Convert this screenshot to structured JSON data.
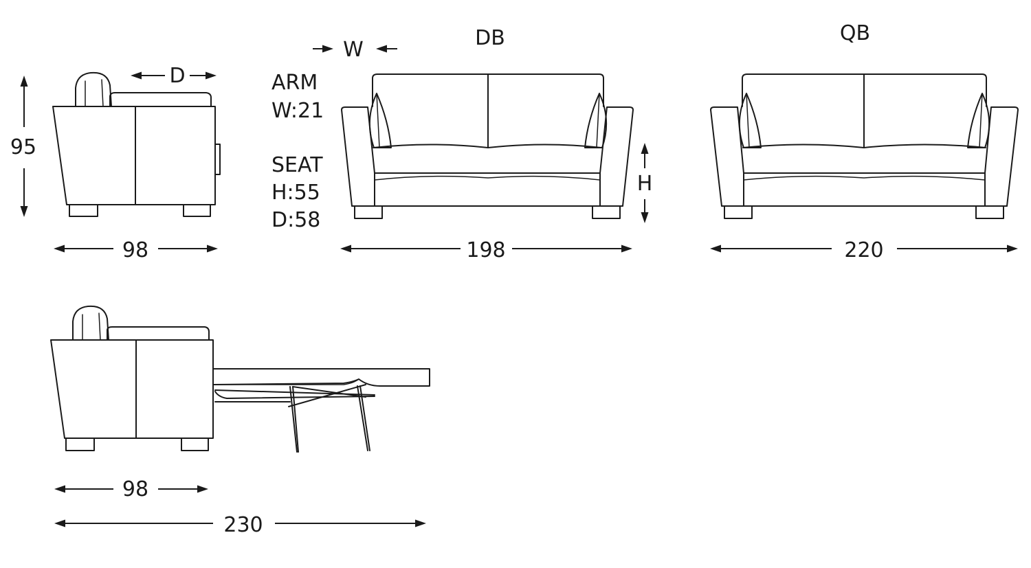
{
  "models": {
    "db": "DB",
    "qb": "QB"
  },
  "dimensions": {
    "height": "95",
    "side_depth": "98",
    "db_width": "198",
    "qb_width": "220",
    "bed_side_depth": "98",
    "bed_open_length": "230",
    "arm_width_symbol": "W",
    "seat_depth_symbol": "D",
    "seat_height_symbol": "H"
  },
  "specs": {
    "arm_heading": "ARM",
    "arm_width": "W:21",
    "seat_heading": "SEAT",
    "seat_height": "H:55",
    "seat_depth": "D:58"
  }
}
